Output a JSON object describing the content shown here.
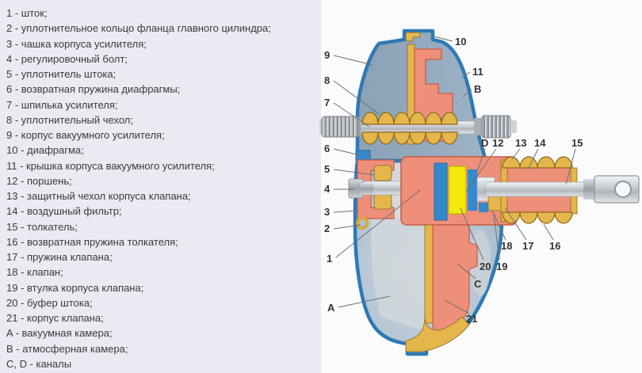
{
  "legend": {
    "items": [
      "1 - шток;",
      "2 - уплотнительное кольцо фланца главного цилиндра;",
      "3 - чашка корпуса усилителя;",
      "4 - регулировочный болт;",
      "5 - уплотнитель штока;",
      "6 - возвратная пружина диафрагмы;",
      "7 - шпилька усилителя;",
      "8 - уплотнительный чехол;",
      "9 - корпус вакуумного усилителя;",
      "10 - диафрагма;",
      "11 - крышка корпуса вакуумного усилителя;",
      "12 - поршень;",
      "13 - защитный чехол корпуса клапана;",
      "14 - воздушный фильтр;",
      "15 - толкатель;",
      "16 - возвратная пружина толкателя;",
      "17 - пружина клапана;",
      "18 - клапан;",
      "19 - втулка корпуса клапана;",
      "20 - буфер штока;",
      "21 - корпус клапана;",
      "A - вакуумная камера;",
      "B - атмосферная камера;",
      "C, D - каналы"
    ]
  },
  "diagram": {
    "callouts": [
      "1",
      "2",
      "3",
      "4",
      "5",
      "6",
      "7",
      "8",
      "9",
      "10",
      "11",
      "12",
      "13",
      "14",
      "15",
      "16",
      "17",
      "18",
      "19",
      "20",
      "21",
      "A",
      "B",
      "C",
      "D"
    ],
    "palette": {
      "shell_blue": "#2d7ab6",
      "chamber_fill": "#a9bed2",
      "diaphragm_gold": "#e4b64c",
      "valve_body_salmon": "#ee8f79",
      "part_blue": "#3488cc",
      "buffer_yellow": "#f2e80a",
      "metal_gray": "#c6cbd0",
      "page_background": "#e9eaf2",
      "panel_background": "#fbfbfc",
      "text_color": "#3b3b3b"
    }
  }
}
